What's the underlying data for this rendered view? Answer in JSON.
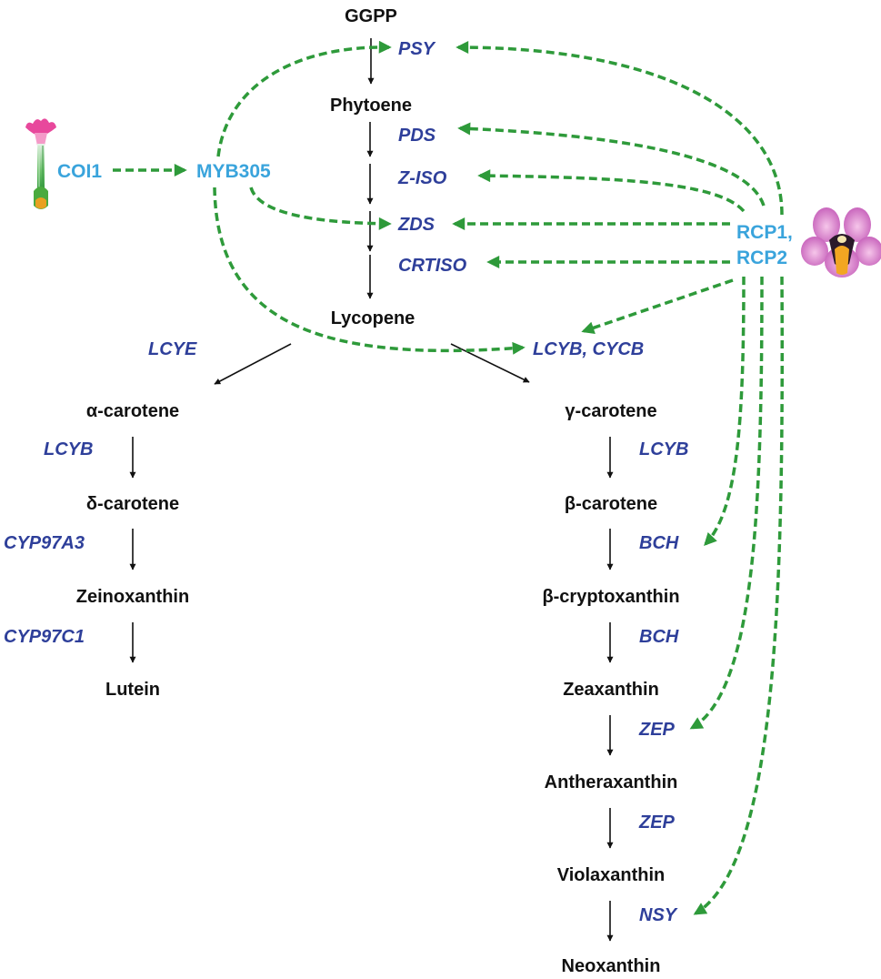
{
  "metabolites": {
    "ggpp": "GGPP",
    "phytoene": "Phytoene",
    "lycopene": "Lycopene",
    "alpha_carotene": "α-carotene",
    "delta_carotene": "δ-carotene",
    "zeinoxanthin": "Zeinoxanthin",
    "lutein": "Lutein",
    "gamma_carotene": "γ-carotene",
    "beta_carotene": "β-carotene",
    "beta_cryptoxanthin": "β-cryptoxanthin",
    "zeaxanthin": "Zeaxanthin",
    "antheraxanthin": "Antheraxanthin",
    "violaxanthin": "Violaxanthin",
    "neoxanthin": "Neoxanthin"
  },
  "enzymes": {
    "psy": "PSY",
    "pds": "PDS",
    "ziso": "Z-ISO",
    "zds": "ZDS",
    "crtiso": "CRTISO",
    "lcye": "LCYE",
    "lcyb_cycb": "LCYB, CYCB",
    "lcyb_left": "LCYB",
    "cyp97a3": "CYP97A3",
    "cyp97c1": "CYP97C1",
    "lcyb_right": "LCYB",
    "bch_1": "BCH",
    "bch_2": "BCH",
    "zep_1": "ZEP",
    "zep_2": "ZEP",
    "nsy": "NSY"
  },
  "regulators": {
    "coi1": "COI1",
    "myb305": "MYB305",
    "rcp_line1": "RCP1,",
    "rcp_line2": "RCP2"
  },
  "icons": {
    "left": "tubular-flower-icon",
    "right": "monkeyflower-icon"
  },
  "colors": {
    "metabolite_text": "#111111",
    "enzyme_text": "#2e3f9a",
    "regulator_text": "#3aa4dc",
    "regulation_arrow": "#2e9a3a"
  }
}
